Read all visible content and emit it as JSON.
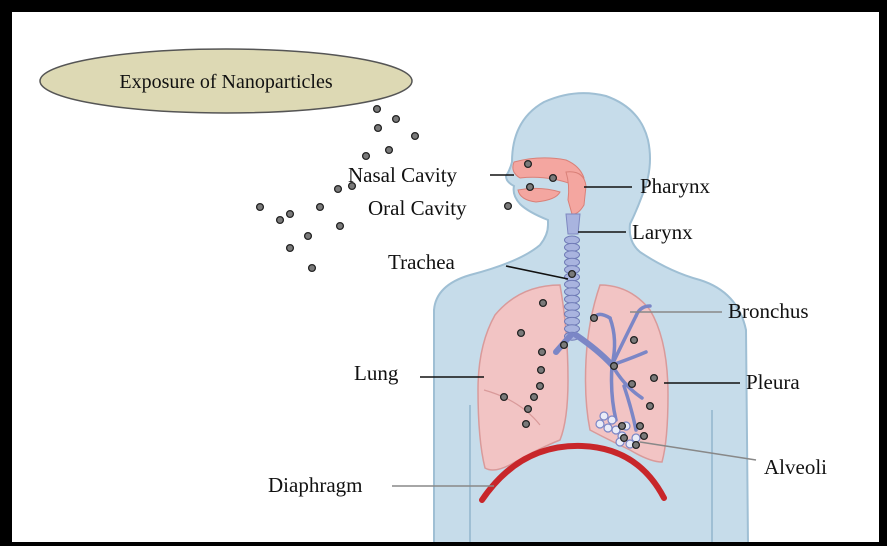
{
  "title": "Exposure of Nanoparticles",
  "labels": {
    "nasal_cavity": "Nasal Cavity",
    "oral_cavity": "Oral Cavity",
    "pharynx": "Pharynx",
    "larynx": "Larynx",
    "trachea": "Trachea",
    "bronchus": "Bronchus",
    "lung": "Lung",
    "pleura": "Pleura",
    "alveoli": "Alveoli",
    "diaphragm": "Diaphragm"
  },
  "colors": {
    "frame": "#000000",
    "background": "#ffffff",
    "body_fill": "#c6dcea",
    "body_stroke": "#9fbfd4",
    "lung_fill": "#f2c4c4",
    "lung_stroke": "#d99a9a",
    "airway": "#f4a6a0",
    "bronchial_tree": "#7b86c6",
    "trachea": "#a9b4df",
    "diaphragm": "#c8262a",
    "title_ellipse_fill": "#ddd9b4",
    "title_ellipse_stroke": "#555555",
    "particle_fill": "#7a7a7a",
    "particle_stroke": "#222222"
  }
}
